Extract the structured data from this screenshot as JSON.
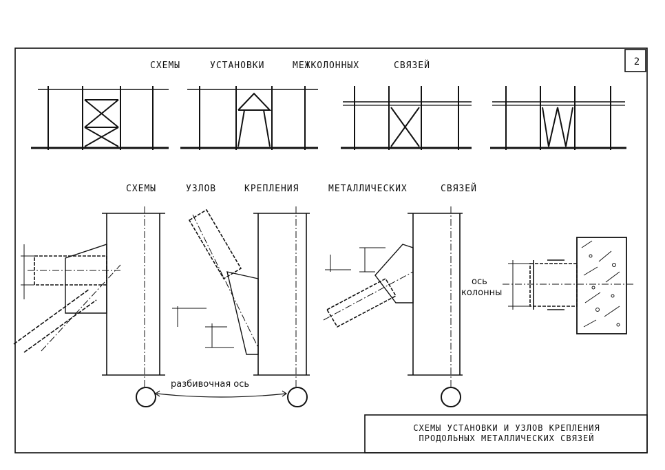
{
  "header": {
    "title_words": [
      "СХЕМЫ",
      "УСТАНОВКИ",
      "МЕЖКОЛОННЫХ",
      "СВЯЗЕЙ"
    ]
  },
  "subheader": {
    "title_words": [
      "СХЕМЫ",
      "УЗЛОВ",
      "КРЕПЛЕНИЯ",
      "МЕТАЛЛИЧЕСКИХ",
      "СВЯЗЕЙ"
    ]
  },
  "sheet_number": "2",
  "labels": {
    "axis": "разбивочная ось",
    "column_axis_line1": "ось",
    "column_axis_line2": "колонны"
  },
  "title_block": {
    "line1": "СХЕМЫ УСТАНОВКИ И УЗЛОВ КРЕПЛЕНИЯ",
    "line2": "ПРОДОЛЬНЫХ МЕТАЛЛИЧЕСКИХ СВЯЗЕЙ"
  },
  "colors": {
    "ink": "#111111",
    "paper": "#ffffff"
  }
}
